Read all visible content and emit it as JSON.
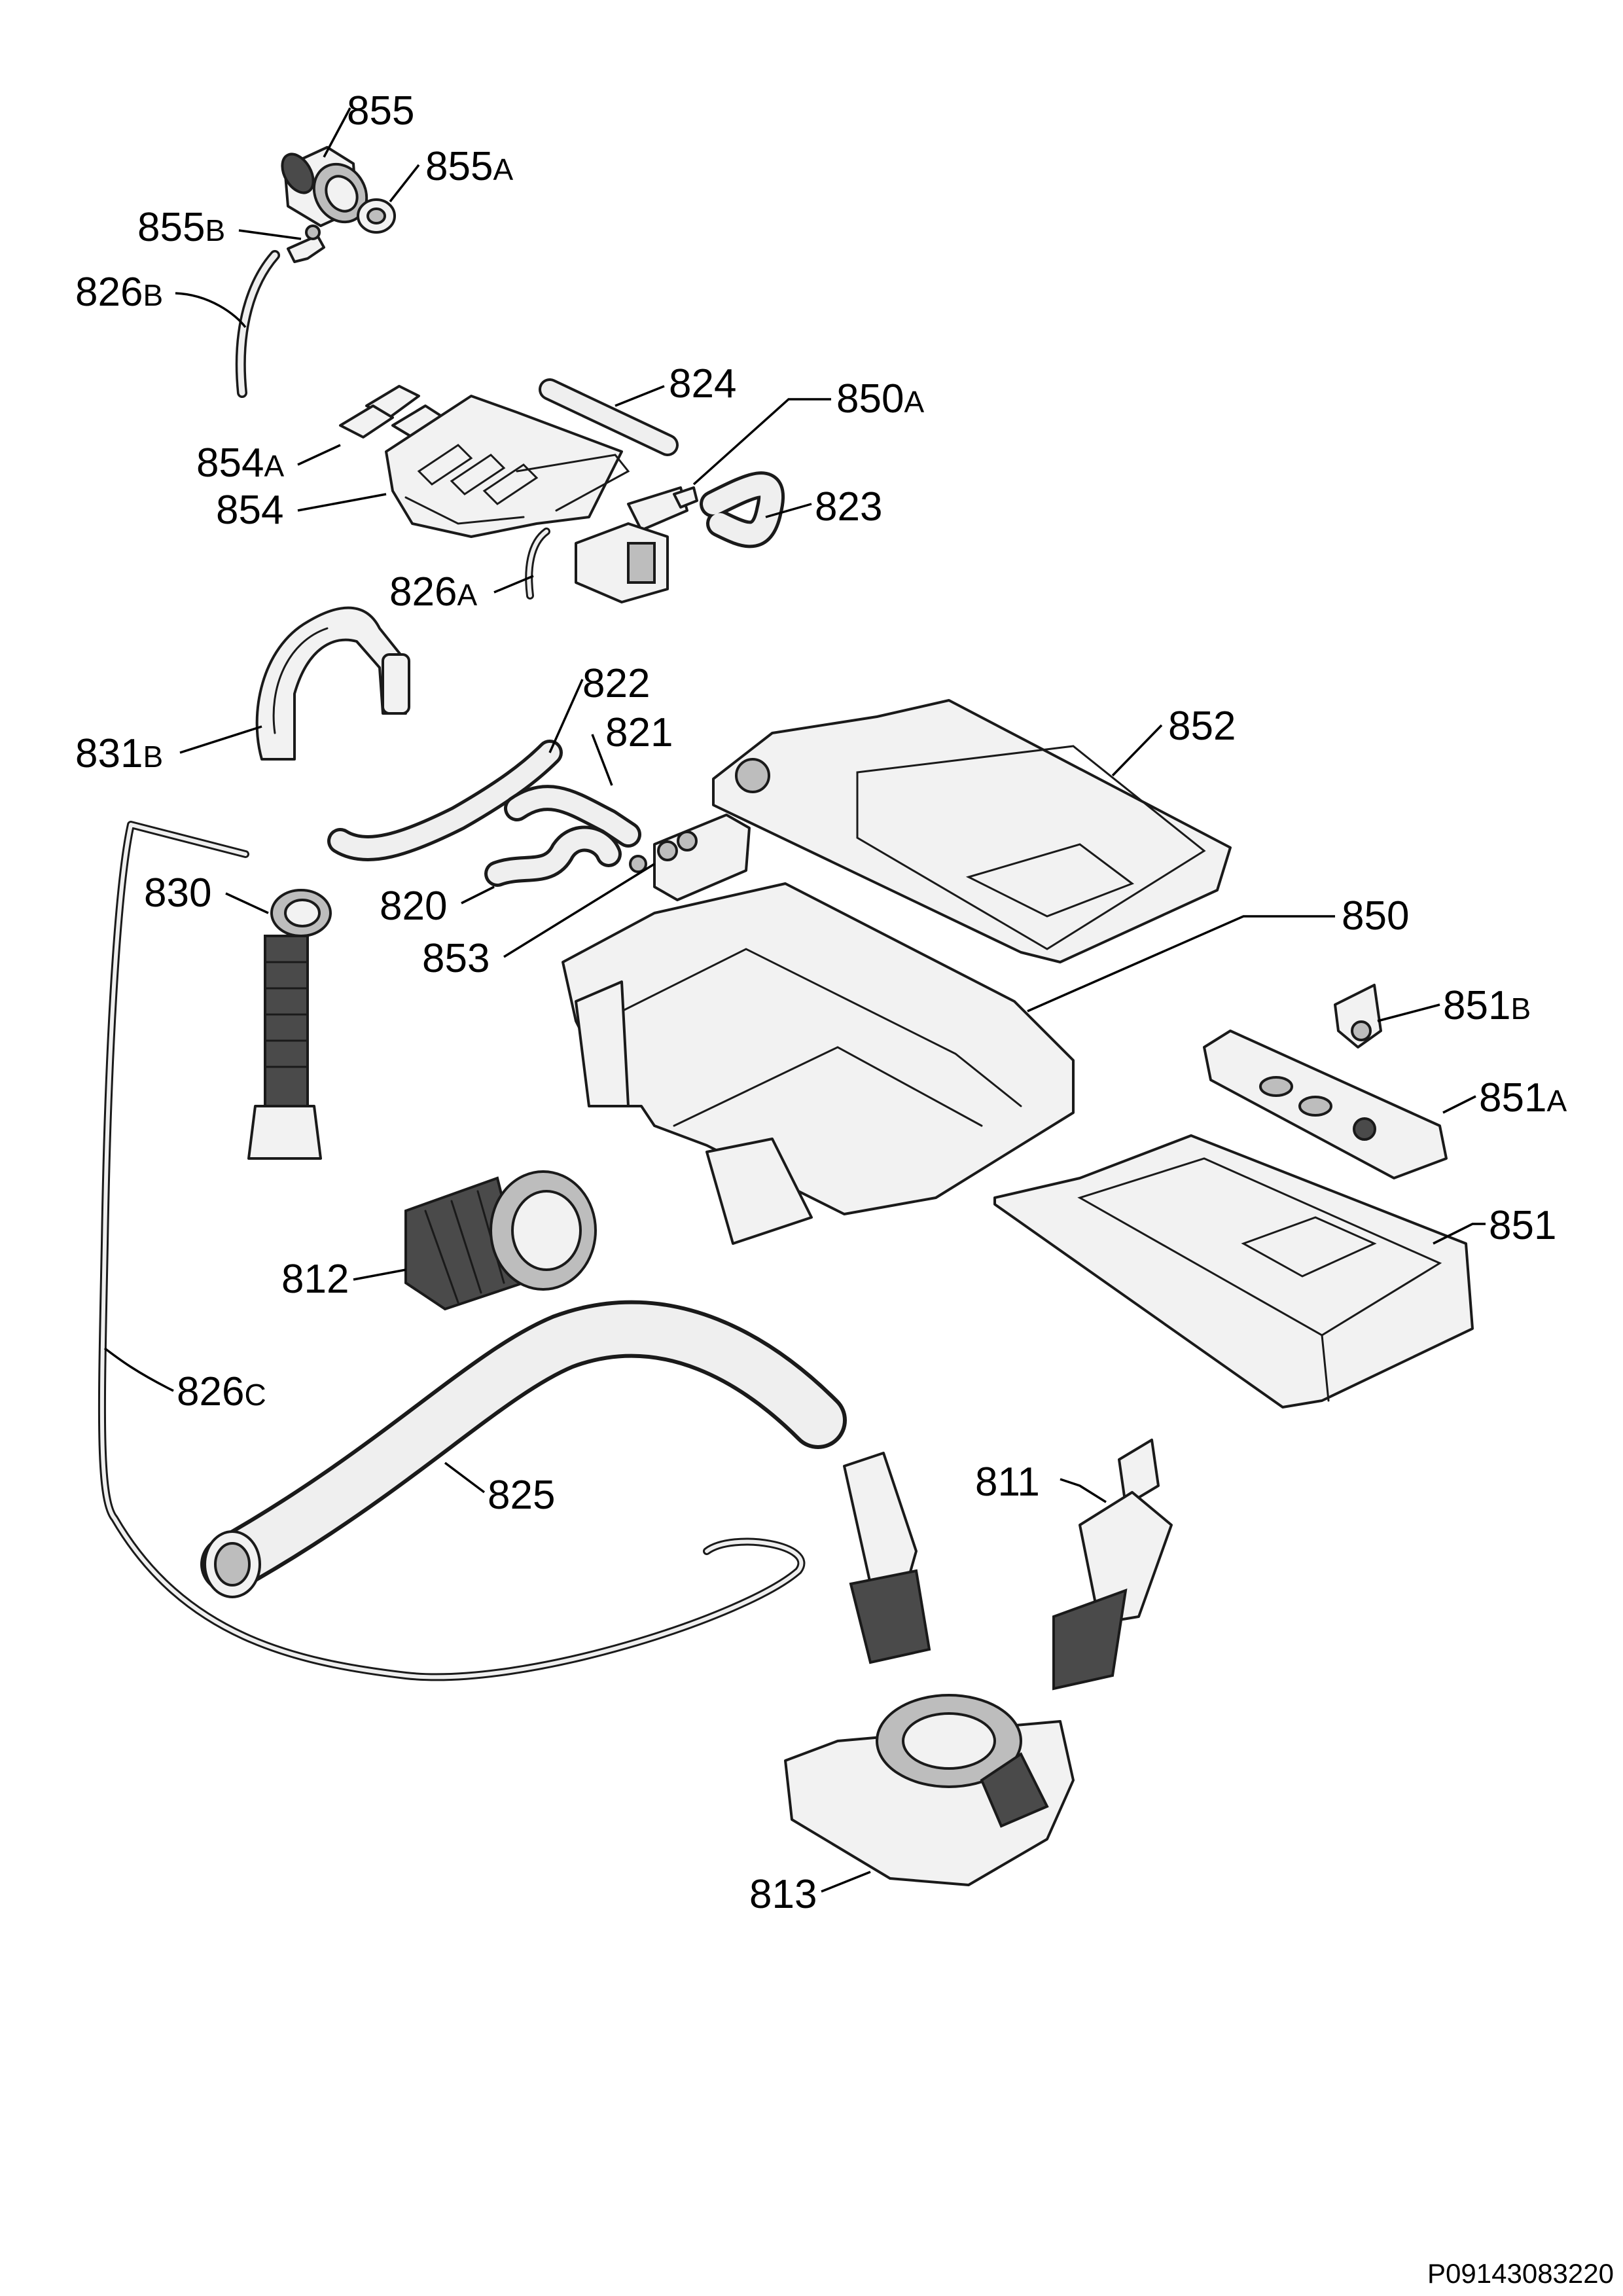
{
  "callouts": [
    {
      "id": "855",
      "num": "855",
      "suffix": ""
    },
    {
      "id": "855a",
      "num": "855",
      "suffix": "A"
    },
    {
      "id": "855b",
      "num": "855",
      "suffix": "B"
    },
    {
      "id": "826b",
      "num": "826",
      "suffix": "B"
    },
    {
      "id": "824",
      "num": "824",
      "suffix": ""
    },
    {
      "id": "850a",
      "num": "850",
      "suffix": "A"
    },
    {
      "id": "854a",
      "num": "854",
      "suffix": "A"
    },
    {
      "id": "854",
      "num": "854",
      "suffix": ""
    },
    {
      "id": "823",
      "num": "823",
      "suffix": ""
    },
    {
      "id": "826a",
      "num": "826",
      "suffix": "A"
    },
    {
      "id": "822",
      "num": "822",
      "suffix": ""
    },
    {
      "id": "821",
      "num": "821",
      "suffix": ""
    },
    {
      "id": "852",
      "num": "852",
      "suffix": ""
    },
    {
      "id": "831b",
      "num": "831",
      "suffix": "B"
    },
    {
      "id": "830",
      "num": "830",
      "suffix": ""
    },
    {
      "id": "820",
      "num": "820",
      "suffix": ""
    },
    {
      "id": "853",
      "num": "853",
      "suffix": ""
    },
    {
      "id": "850",
      "num": "850",
      "suffix": ""
    },
    {
      "id": "851b",
      "num": "851",
      "suffix": "B"
    },
    {
      "id": "851a",
      "num": "851",
      "suffix": "A"
    },
    {
      "id": "851",
      "num": "851",
      "suffix": ""
    },
    {
      "id": "812",
      "num": "812",
      "suffix": ""
    },
    {
      "id": "826c",
      "num": "826",
      "suffix": "C"
    },
    {
      "id": "825",
      "num": "825",
      "suffix": ""
    },
    {
      "id": "811",
      "num": "811",
      "suffix": ""
    },
    {
      "id": "813",
      "num": "813",
      "suffix": ""
    }
  ],
  "drawing_reference": "P09143083220"
}
